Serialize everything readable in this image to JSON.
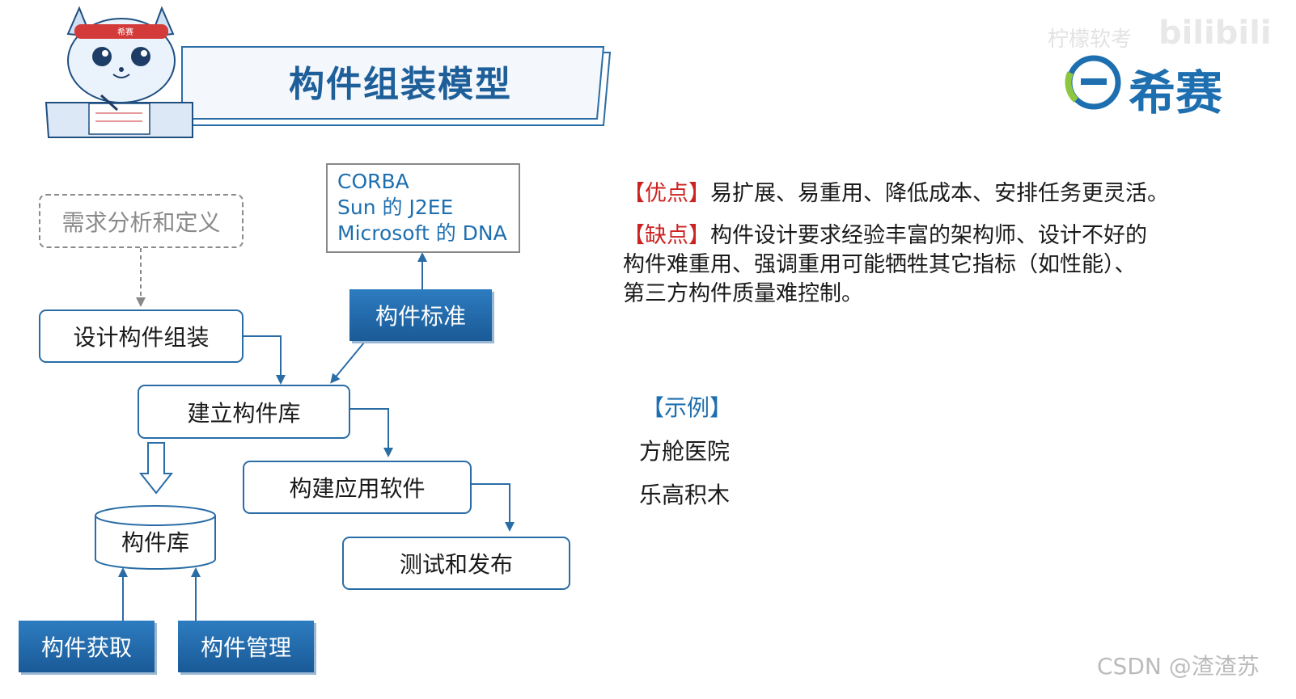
{
  "header": {
    "title": "构件组装模型",
    "mascot_badge": "希赛"
  },
  "logo": {
    "text": "希赛",
    "symbol": "e"
  },
  "watermarks": {
    "top_right": "bilibili",
    "top_right_faint": "柠檬软考",
    "bottom_right": "CSDN @渣渣苏"
  },
  "diagram": {
    "requirements": "需求分析和定义",
    "design_assembly": "设计构件组装",
    "build_library": "建立构件库",
    "build_app": "构建应用软件",
    "test_release": "测试和发布",
    "component_library": "构件库",
    "component_standard": "构件标准",
    "acquire": "构件获取",
    "manage": "构件管理",
    "standards": [
      "CORBA",
      "Sun 的 J2EE",
      "Microsoft 的 DNA"
    ]
  },
  "pros": {
    "label": "【优点】",
    "text": "易扩展、易重用、降低成本、安排任务更灵活。"
  },
  "cons": {
    "label": "【缺点】",
    "line1": "构件设计要求经验丰富的架构师、设计不好的",
    "line2": "构件难重用、强调重用可能牺牲其它指标（如性能）、",
    "line3": "第三方构件质量难控制。"
  },
  "examples": {
    "title": "【示例】",
    "items": [
      "方舱医院",
      "乐高积木"
    ]
  },
  "colors": {
    "accent": "#1e6fb0",
    "border": "#2a6da6",
    "red": "#cc2222",
    "tag_bg": "#1a5a97"
  }
}
